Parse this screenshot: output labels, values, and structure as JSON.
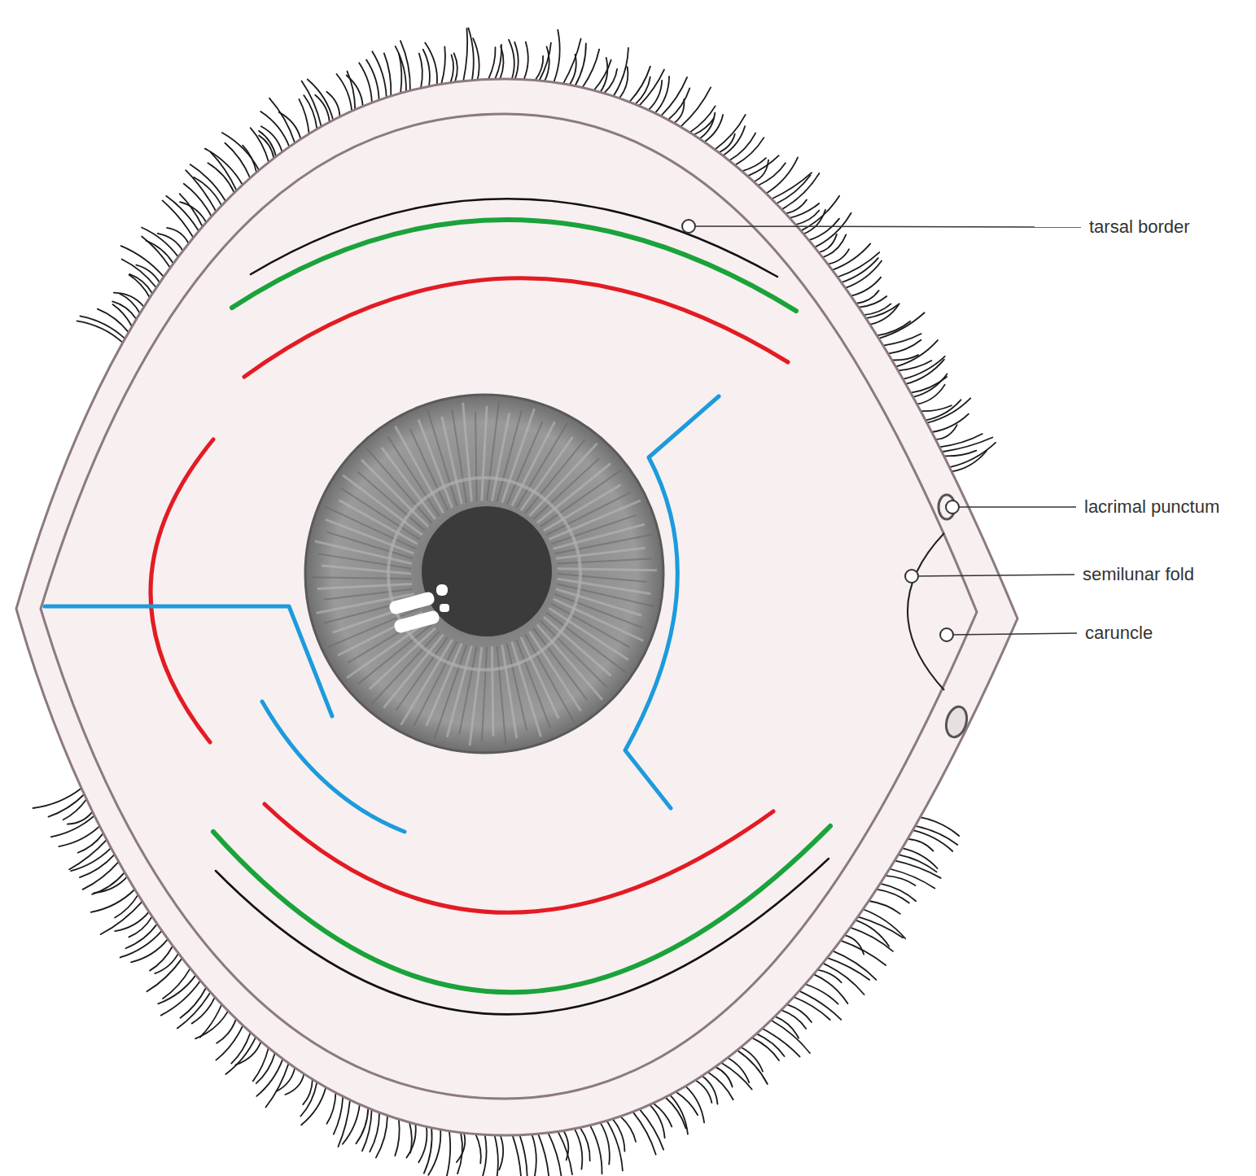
{
  "diagram": {
    "labels": [
      "tarsal border",
      "lacrimal punctum",
      "semilunar fold",
      "caruncle"
    ]
  }
}
